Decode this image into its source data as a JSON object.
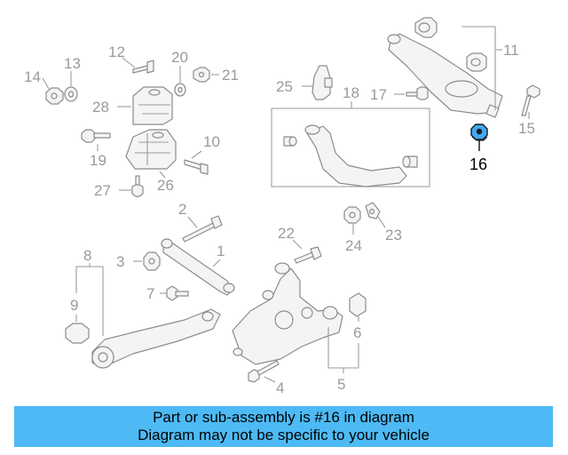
{
  "callouts": {
    "c1": "1",
    "c2": "2",
    "c3": "3",
    "c4": "4",
    "c5": "5",
    "c6": "6",
    "c7": "7",
    "c8": "8",
    "c9": "9",
    "c10": "10",
    "c11": "11",
    "c12": "12",
    "c13": "13",
    "c14": "14",
    "c15": "15",
    "c16": "16",
    "c17": "17",
    "c18": "18",
    "c19": "19",
    "c20": "20",
    "c21": "21",
    "c22": "22",
    "c23": "23",
    "c24": "24",
    "c25": "25",
    "c26": "26",
    "c27": "27",
    "c28": "28"
  },
  "highlight": {
    "part_number": "16",
    "color": "#3fa9f5"
  },
  "caption": {
    "line1": "Part or sub-assembly is #16 in diagram",
    "line2": "Diagram may not be specific to your vehicle",
    "background": "#4dbaf5"
  }
}
